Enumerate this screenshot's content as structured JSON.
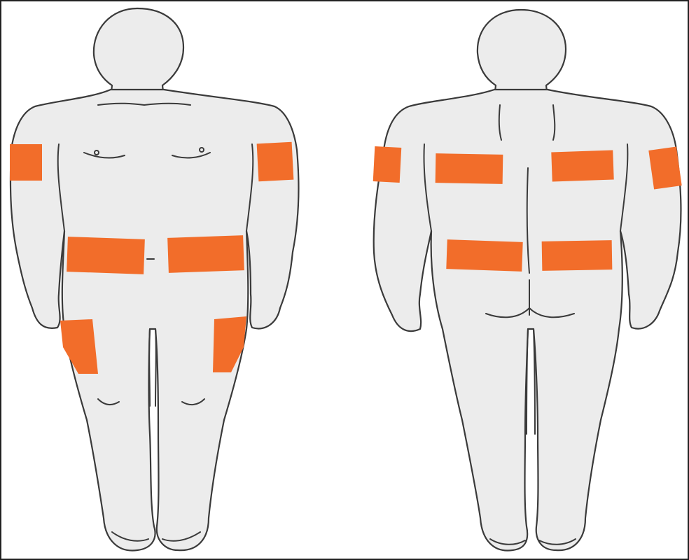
{
  "figure": {
    "views": [
      "front",
      "back"
    ],
    "patch_color": "#f26d2a",
    "body_color": "#ececec",
    "outline_color": "#3a3a3a",
    "front_sites": [
      "right-upper-arm",
      "left-upper-arm",
      "right-abdomen",
      "left-abdomen",
      "right-thigh",
      "left-thigh"
    ],
    "back_sites": [
      "left-upper-arm",
      "right-upper-arm",
      "left-upper-back",
      "right-upper-back",
      "left-lower-back",
      "right-lower-back"
    ]
  }
}
